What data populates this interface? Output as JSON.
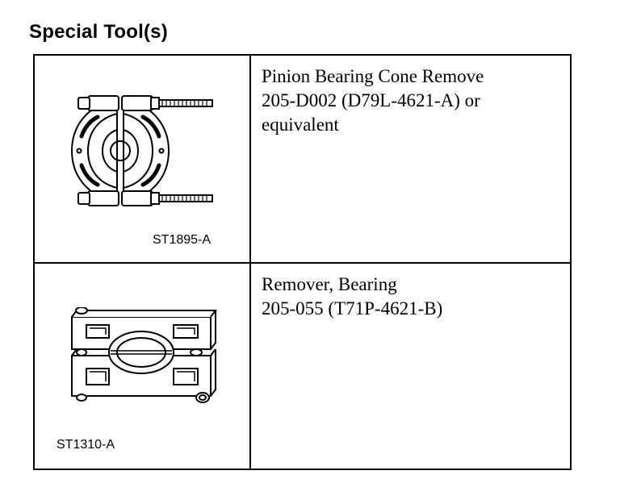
{
  "heading": "Special Tool(s)",
  "tools": [
    {
      "figure_label": "ST1895-A",
      "description_lines": [
        "Pinion Bearing Cone Remove",
        "205-D002 (D79L-4621-A) or",
        "equivalent"
      ]
    },
    {
      "figure_label": "ST1310-A",
      "description_lines": [
        "Remover, Bearing",
        "205-055 (T71P-4621-B)"
      ]
    }
  ]
}
